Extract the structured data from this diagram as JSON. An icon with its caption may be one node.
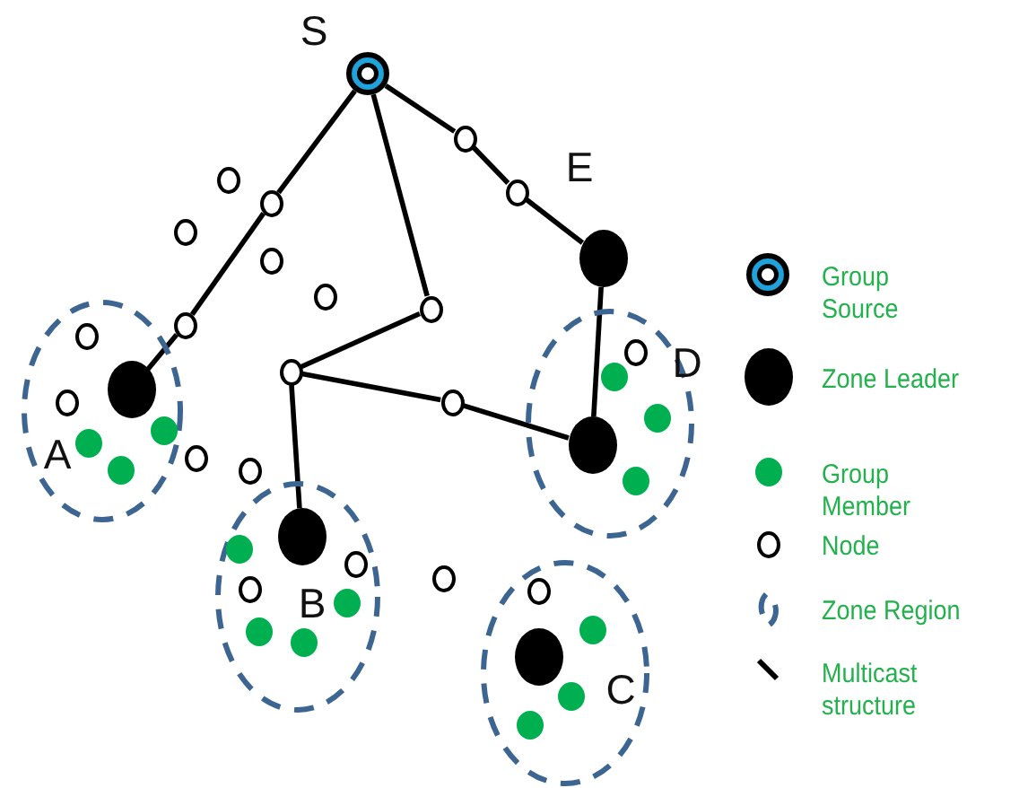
{
  "diagram": {
    "nodes": [
      {
        "text": [],
        "shape": "circle",
        "beside": [
          "S"
        ]
      },
      {
        "text": [],
        "shape": "circle"
      },
      {
        "text": [],
        "shape": "circle"
      },
      {
        "text": [],
        "shape": "circle"
      },
      {
        "text": [],
        "shape": "circle"
      },
      {
        "text": [],
        "shape": "circle"
      },
      {
        "text": [],
        "shape": "circle",
        "beside": [
          "E"
        ]
      },
      {
        "text": [],
        "shape": "circle"
      },
      {
        "text": [],
        "shape": "circle"
      },
      {
        "text": [],
        "shape": "circle"
      },
      {
        "text": [],
        "shape": "circle"
      },
      {
        "text": [],
        "shape": "circle"
      },
      {
        "text": [],
        "shape": "circle",
        "in": 11
      },
      {
        "text": [],
        "shape": "circle",
        "in": 11
      },
      {
        "text": [],
        "shape": "circle",
        "in": 11
      },
      {
        "text": [],
        "shape": "circle",
        "in": 11
      },
      {
        "text": [],
        "shape": "circle",
        "in": 11
      },
      {
        "text": [],
        "shape": "circle",
        "in": 11
      },
      {
        "text": [],
        "shape": "circle"
      },
      {
        "text": [],
        "shape": "circle"
      },
      {
        "text": [],
        "shape": "circle"
      },
      {
        "text": [],
        "shape": "circle",
        "in": 20
      },
      {
        "text": [],
        "shape": "circle",
        "in": 20
      },
      {
        "text": [],
        "shape": "circle",
        "in": 20
      },
      {
        "text": [],
        "shape": "circle",
        "in": 20
      },
      {
        "text": [],
        "shape": "circle",
        "in": 20
      },
      {
        "text": [],
        "shape": "circle"
      },
      {
        "text": [],
        "shape": "circle"
      },
      {
        "text": [],
        "shape": "circle"
      },
      {
        "text": [],
        "shape": "circle",
        "in": 28
      },
      {
        "text": [],
        "shape": "circle",
        "in": 28
      },
      {
        "text": [],
        "shape": "circle",
        "in": 28
      },
      {
        "text": [],
        "shape": "circle",
        "in": 28
      },
      {
        "text": [],
        "shape": "circle",
        "in": 28
      },
      {
        "text": [],
        "shape": "circle",
        "in": 28
      },
      {
        "text": [],
        "shape": "circle",
        "in": 28
      },
      {
        "text": [],
        "shape": "circle"
      },
      {
        "text": [],
        "shape": "circle"
      },
      {
        "text": [],
        "shape": "circle",
        "in": 37
      },
      {
        "text": [],
        "shape": "circle",
        "in": 37
      },
      {
        "text": [],
        "shape": "circle",
        "in": 37
      },
      {
        "text": [],
        "shape": "circle",
        "in": 37
      },
      {
        "text": [],
        "shape": "circle",
        "in": 37
      }
    ],
    "edges": [
      {
        "from": 0,
        "to": 4,
        "arrow": "none"
      },
      {
        "from": 4,
        "to": 10,
        "arrow": "none"
      },
      {
        "from": 10,
        "to": 13,
        "arrow": "none"
      },
      {
        "from": 0,
        "to": 1,
        "arrow": "none"
      },
      {
        "from": 1,
        "to": 3,
        "arrow": "none"
      },
      {
        "from": 3,
        "to": 6,
        "arrow": "none"
      },
      {
        "from": 6,
        "to": 24,
        "arrow": "none"
      },
      {
        "from": 0,
        "to": 9,
        "arrow": "none"
      },
      {
        "from": 9,
        "to": 18,
        "arrow": "none"
      },
      {
        "from": 18,
        "to": 29,
        "arrow": "none"
      },
      {
        "from": 18,
        "to": 19,
        "arrow": "none"
      },
      {
        "from": 19,
        "to": 24,
        "arrow": "none"
      }
    ],
    "labels": [
      "D",
      "A",
      "B",
      "C"
    ],
    "legend": [
      {
        "text": "Group Source"
      },
      {
        "text": "Zone Leader"
      },
      {
        "text": "Group Member"
      },
      {
        "text": "Node"
      },
      {
        "text": "Zone Region"
      },
      {
        "text": "Multicast structure"
      }
    ]
  }
}
